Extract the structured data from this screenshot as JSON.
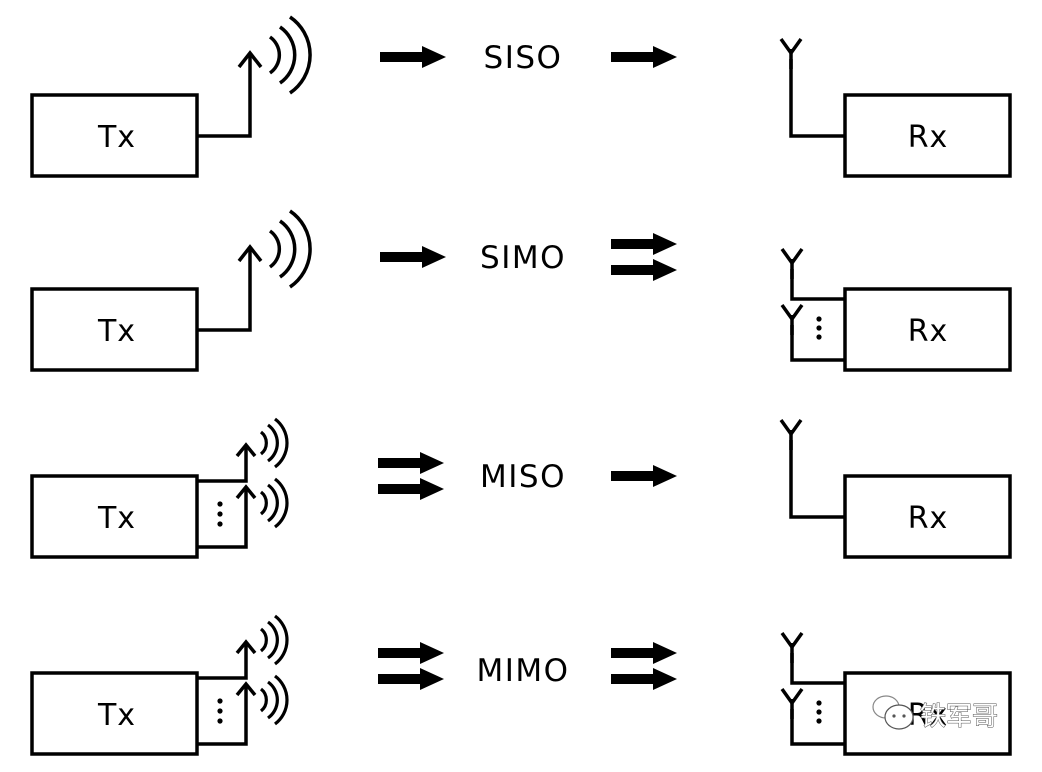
{
  "diagram": {
    "title": "SISO / SIMO / MISO / MIMO antenna configurations",
    "rows": [
      {
        "id": "siso",
        "label": "SISO",
        "tx_label": "Tx",
        "rx_label": "Rx",
        "tx_antennas": "single",
        "rx_antennas": "single",
        "left_arrows": 1,
        "right_arrows": 1
      },
      {
        "id": "simo",
        "label": "SIMO",
        "tx_label": "Tx",
        "rx_label": "Rx",
        "tx_antennas": "single",
        "rx_antennas": "multiple",
        "left_arrows": 1,
        "right_arrows": 2
      },
      {
        "id": "miso",
        "label": "MISO",
        "tx_label": "Tx",
        "rx_label": "Rx",
        "tx_antennas": "multiple",
        "rx_antennas": "single",
        "left_arrows": 2,
        "right_arrows": 1
      },
      {
        "id": "mimo",
        "label": "MIMO",
        "tx_label": "Tx",
        "rx_label": "Rx",
        "tx_antennas": "multiple",
        "rx_antennas": "multiple",
        "left_arrows": 2,
        "right_arrows": 2
      }
    ],
    "ellipsis_glyph": "⋮",
    "colors": {
      "stroke": "#000000",
      "background": "#ffffff"
    }
  },
  "watermark": {
    "icon": "wechat-icon",
    "text": "铁军哥"
  }
}
